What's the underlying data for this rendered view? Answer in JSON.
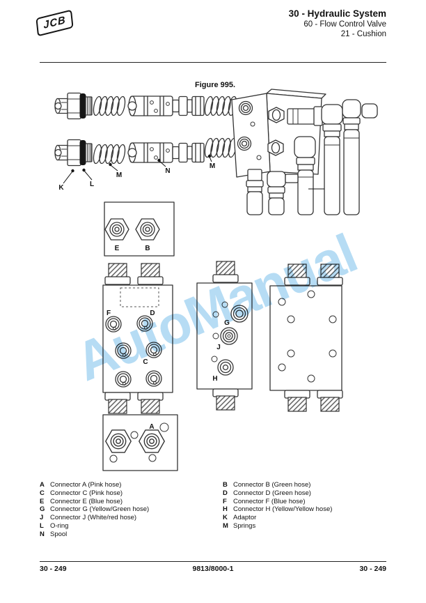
{
  "header": {
    "logo_text": "JCB",
    "title": "30 - Hydraulic System",
    "subtitle1": "60 - Flow Control Valve",
    "subtitle2": "21 - Cushion"
  },
  "figure": {
    "caption": "Figure 995.",
    "part_labels": {
      "a": "A",
      "b": "B",
      "c": "C",
      "d": "D",
      "e": "E",
      "f": "F",
      "g": "G",
      "h": "H",
      "j": "J",
      "k": "K",
      "l": "L",
      "m": "M",
      "n": "N"
    }
  },
  "watermark": {
    "text": "AutoManual",
    "color": "#a9d6f2"
  },
  "legend": {
    "left": [
      {
        "key": "A",
        "desc": "Connector A (Pink hose)"
      },
      {
        "key": "C",
        "desc": "Connector C (Pink hose)"
      },
      {
        "key": "E",
        "desc": "Connector E (Blue hose)"
      },
      {
        "key": "G",
        "desc": "Connector G (Yellow/Green hose)"
      },
      {
        "key": "J",
        "desc": "Connector J (White/red hose)"
      },
      {
        "key": "L",
        "desc": "O-ring"
      },
      {
        "key": "N",
        "desc": "Spool"
      }
    ],
    "right": [
      {
        "key": "B",
        "desc": "Connector B (Green hose)"
      },
      {
        "key": "D",
        "desc": "Connector D (Green hose)"
      },
      {
        "key": "F",
        "desc": "Connector F (Blue hose)"
      },
      {
        "key": "H",
        "desc": "Connector H (Yellow/Yellow hose)"
      },
      {
        "key": "K",
        "desc": "Adaptor"
      },
      {
        "key": "M",
        "desc": "Springs"
      }
    ]
  },
  "footer": {
    "page_left": "30 - 249",
    "doc_number": "9813/8000-1",
    "page_right": "30 - 249"
  }
}
